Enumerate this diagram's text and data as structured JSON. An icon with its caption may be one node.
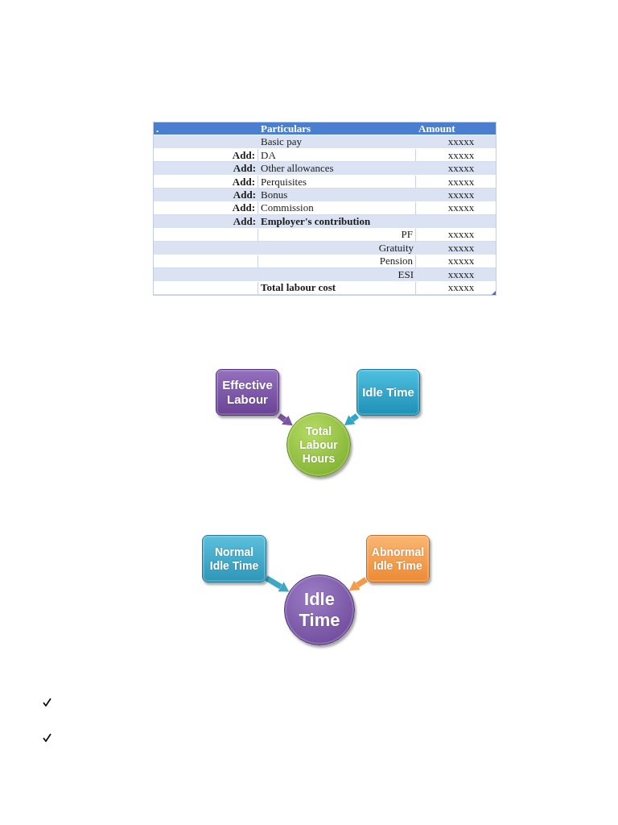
{
  "diagram": {
    "nodes": [
      {
        "text": [
          "Effective Labour"
        ]
      },
      {
        "text": [
          "Idle Time"
        ]
      },
      {
        "text": [
          "Total Labour Hours"
        ]
      },
      {
        "text": [
          "Normal Idle Time"
        ]
      },
      {
        "text": [
          "Abnormal Idle Time"
        ]
      },
      {
        "text": [
          "Idle Time"
        ]
      }
    ],
    "edges": [
      {
        "from": 0,
        "to": 2,
        "arrow": "to",
        "color": "#7b54a3"
      },
      {
        "from": 1,
        "to": 2,
        "arrow": "to",
        "color": "#2fa5c8"
      },
      {
        "from": 3,
        "to": 5,
        "arrow": "to",
        "color": "#3fa7c6"
      },
      {
        "from": 4,
        "to": 5,
        "arrow": "to",
        "color": "#f39a4b"
      }
    ],
    "labels": [
      ".",
      "Particulars",
      "Amount",
      "Basic pay",
      "xxxxx",
      "Add:",
      "DA",
      "xxxxx",
      "Add:",
      "Other allowances",
      "xxxxx",
      "Add:",
      "Perquisites",
      "xxxxx",
      "Add:",
      "Bonus",
      "xxxxx",
      "Add:",
      "Commission",
      "xxxxx",
      "Add:",
      "Employer's contribution",
      "PF",
      "xxxxx",
      "Gratuity",
      "xxxxx",
      "Pension",
      "xxxxx",
      "ESI",
      "xxxxx",
      "Total labour cost",
      "xxxxx"
    ]
  }
}
